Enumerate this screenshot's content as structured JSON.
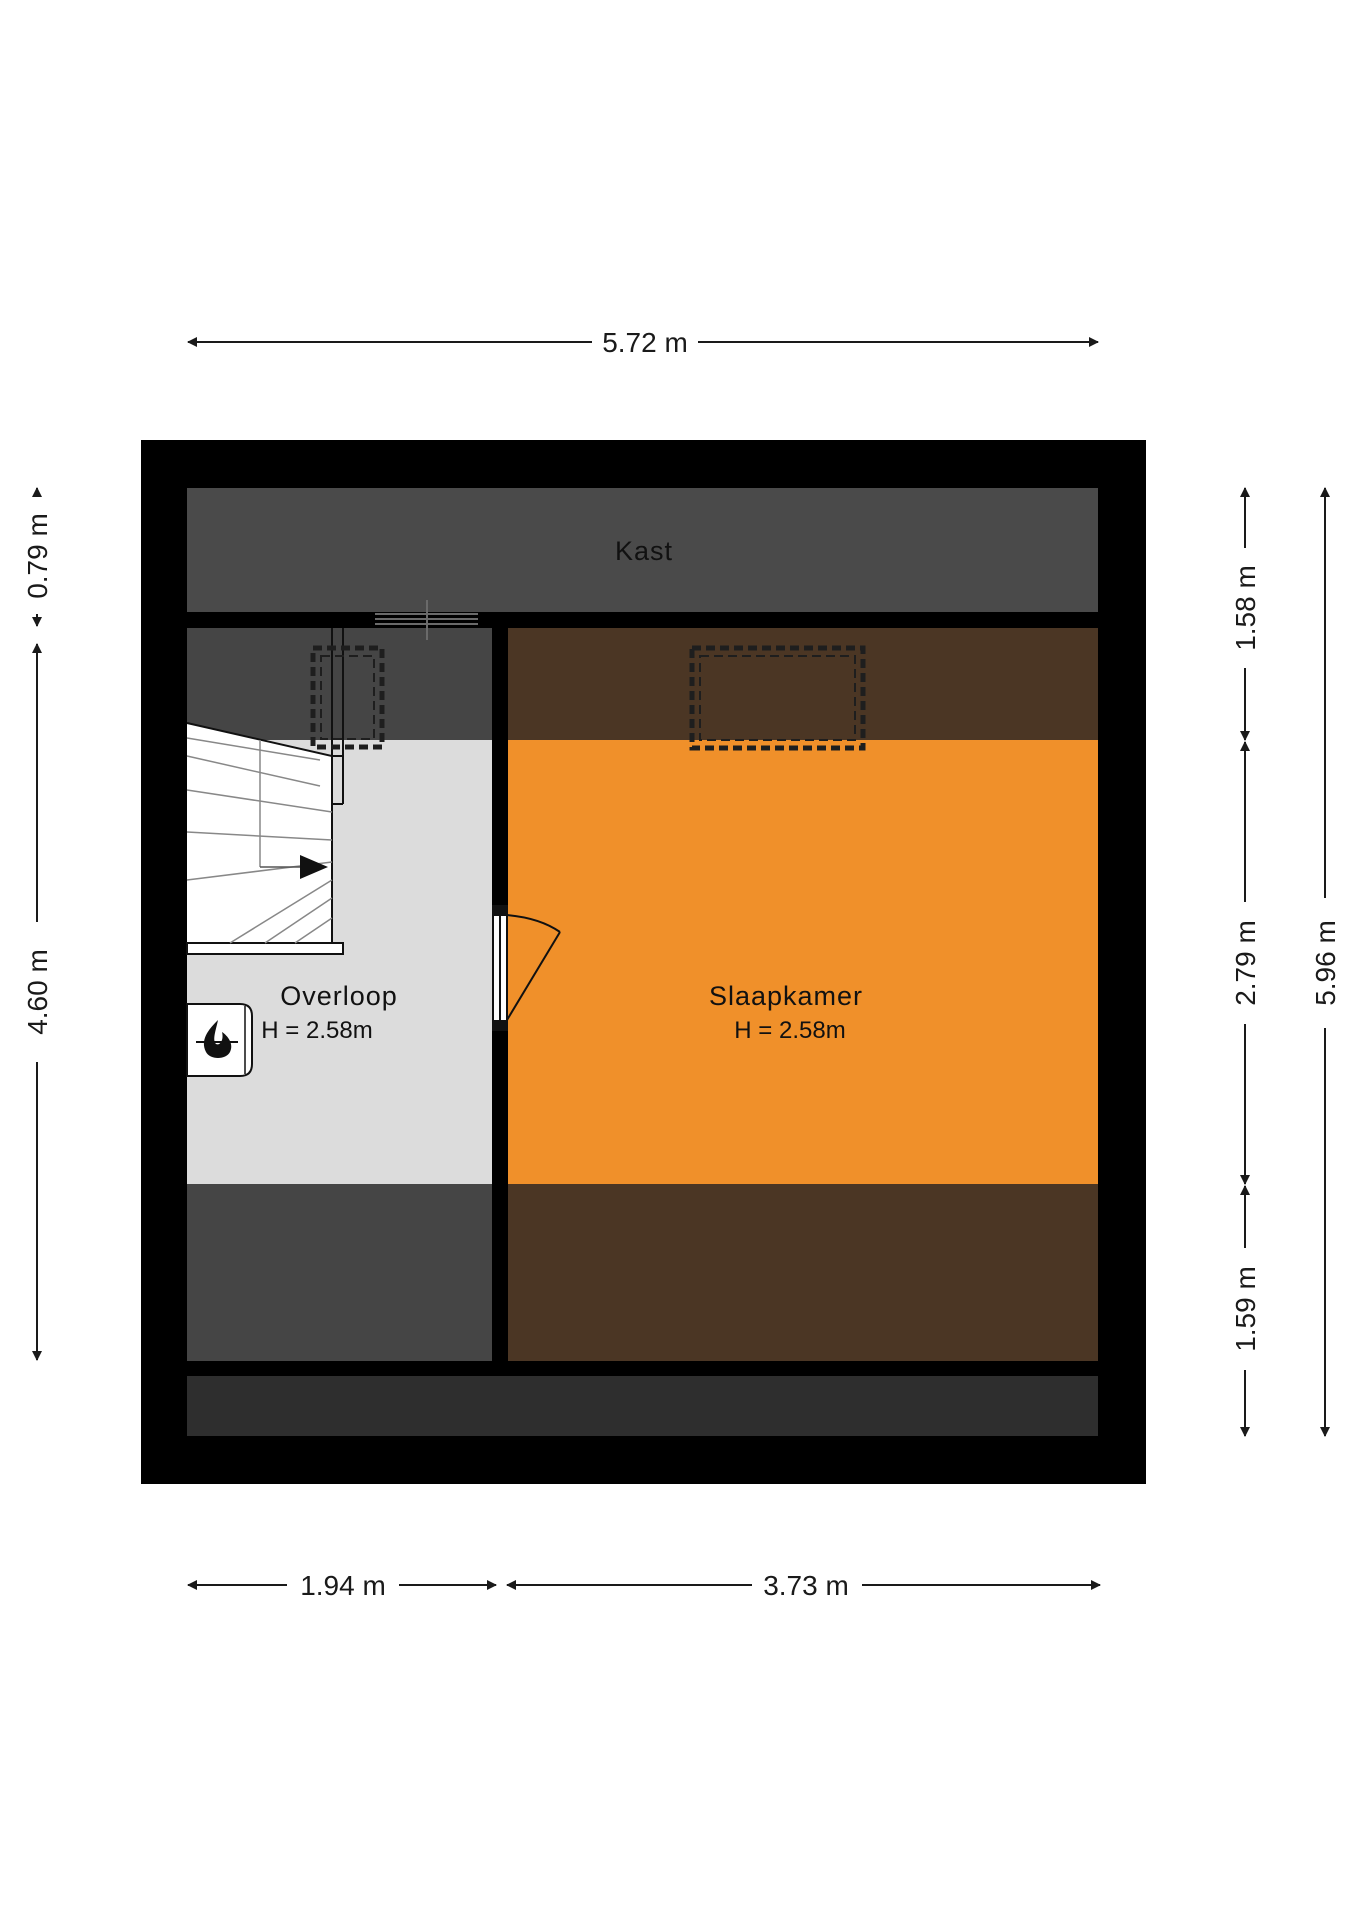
{
  "floorplan": {
    "rooms": {
      "kast": {
        "name": "Kast"
      },
      "overloop": {
        "name": "Overloop",
        "height": "H = 2.58m"
      },
      "slaapkamer": {
        "name": "Slaapkamer",
        "height": "H = 2.58m"
      }
    },
    "dimensions": {
      "top_width": "5.72 m",
      "bottom_left": "1.94 m",
      "bottom_right": "3.73 m",
      "left_top": "0.79 m",
      "left_main": "4.60 m",
      "right_seg1": "1.58 m",
      "right_seg2": "2.79 m",
      "right_seg3": "1.59 m",
      "right_total": "5.96 m"
    },
    "colors": {
      "outer_wall": "#000000",
      "kast": "#4a4a4a",
      "overloop": "#dcdcdc",
      "overloop_sloped": "#454545",
      "slaapkamer": "#f0902a",
      "slaapkamer_sloped": "#4b3624",
      "bottom_strip": "#2e2e2e"
    }
  }
}
